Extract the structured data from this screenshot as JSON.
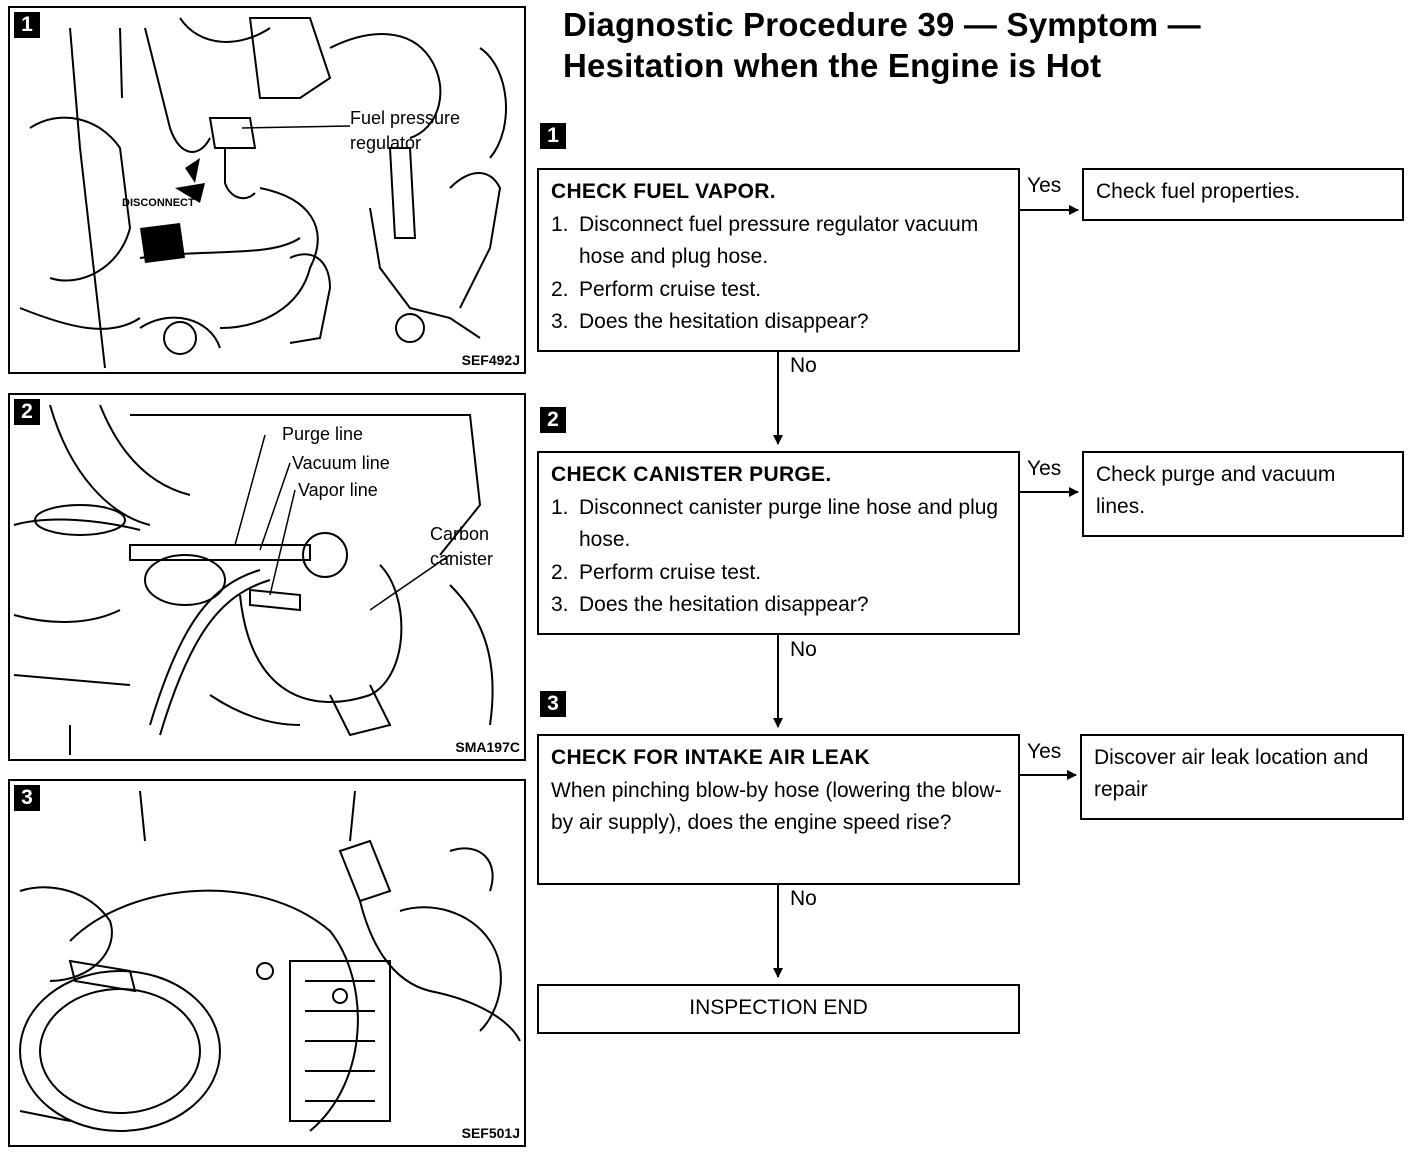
{
  "title": {
    "line1": "Diagnostic Procedure 39 — Symptom —",
    "line2": "Hesitation when the Engine is Hot"
  },
  "panels": [
    {
      "number": "1",
      "code": "SEF492J",
      "callouts": [
        "Fuel pressure",
        "regulator",
        "DISCONNECT"
      ]
    },
    {
      "number": "2",
      "code": "SMA197C",
      "callouts": [
        "Purge line",
        "Vacuum line",
        "Vapor line",
        "Carbon",
        "canister"
      ]
    },
    {
      "number": "3",
      "code": "SEF501J",
      "callouts": []
    }
  ],
  "steps": [
    {
      "number": "1",
      "heading": "CHECK FUEL VAPOR.",
      "items": [
        {
          "n": "1.",
          "text": "Disconnect fuel pressure regulator vacuum hose and plug hose."
        },
        {
          "n": "2.",
          "text": "Perform cruise test."
        },
        {
          "n": "3.",
          "text": "Does the hesitation disappear?"
        }
      ],
      "yes_label": "Yes",
      "yes_result": "Check fuel properties.",
      "no_label": "No"
    },
    {
      "number": "2",
      "heading": "CHECK CANISTER PURGE.",
      "items": [
        {
          "n": "1.",
          "text": "Disconnect canister purge line hose and plug hose."
        },
        {
          "n": "2.",
          "text": "Perform cruise test."
        },
        {
          "n": "3.",
          "text": "Does the hesitation disappear?"
        }
      ],
      "yes_label": "Yes",
      "yes_result": "Check purge and vacuum lines.",
      "no_label": "No"
    },
    {
      "number": "3",
      "heading": "CHECK FOR INTAKE AIR LEAK",
      "text": "When pinching blow-by hose (lowering the blow-by air supply), does the engine speed rise?",
      "yes_label": "Yes",
      "yes_result": "Discover air leak location and repair",
      "no_label": "No"
    }
  ],
  "end": "INSPECTION END"
}
